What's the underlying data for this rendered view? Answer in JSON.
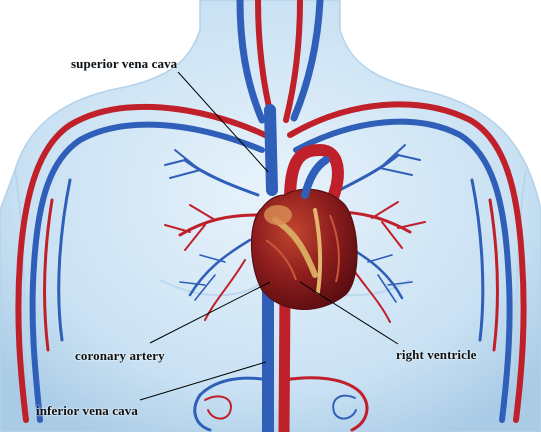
{
  "labels": {
    "superior_vena_cava": "superior vena cava",
    "coronary_artery": "coronary artery",
    "right_ventricle": "right ventricle",
    "inferior_vena_cava": "inferior vena cava"
  },
  "colors": {
    "artery": "#c0202a",
    "vein": "#2f5fb8",
    "body_fill": "#cfe4f4",
    "heart": "#8e1b1b",
    "fat": "#d9a860"
  }
}
